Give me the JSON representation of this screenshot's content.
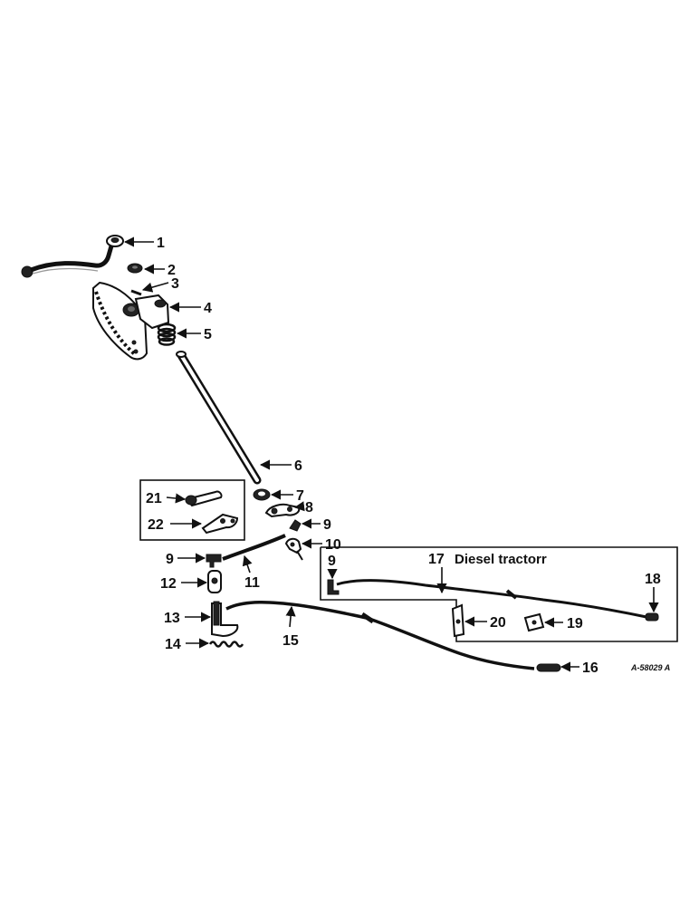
{
  "diagram": {
    "reference": "A-58029 A",
    "inset_title": "Diesel tractorr",
    "callouts": [
      {
        "id": "c1",
        "label": "1"
      },
      {
        "id": "c2",
        "label": "2"
      },
      {
        "id": "c3",
        "label": "3"
      },
      {
        "id": "c4",
        "label": "4"
      },
      {
        "id": "c5",
        "label": "5"
      },
      {
        "id": "c6",
        "label": "6"
      },
      {
        "id": "c7",
        "label": "7"
      },
      {
        "id": "c8",
        "label": "8"
      },
      {
        "id": "c9a",
        "label": "9"
      },
      {
        "id": "c10",
        "label": "10"
      },
      {
        "id": "c9b",
        "label": "9"
      },
      {
        "id": "c11",
        "label": "11"
      },
      {
        "id": "c12",
        "label": "12"
      },
      {
        "id": "c13",
        "label": "13"
      },
      {
        "id": "c14",
        "label": "14"
      },
      {
        "id": "c15",
        "label": "15"
      },
      {
        "id": "c16",
        "label": "16"
      },
      {
        "id": "c21",
        "label": "21"
      },
      {
        "id": "c22",
        "label": "22"
      },
      {
        "id": "c9c",
        "label": "9"
      },
      {
        "id": "c17",
        "label": "17"
      },
      {
        "id": "c18",
        "label": "18"
      },
      {
        "id": "c19",
        "label": "19"
      },
      {
        "id": "c20",
        "label": "20"
      }
    ]
  }
}
